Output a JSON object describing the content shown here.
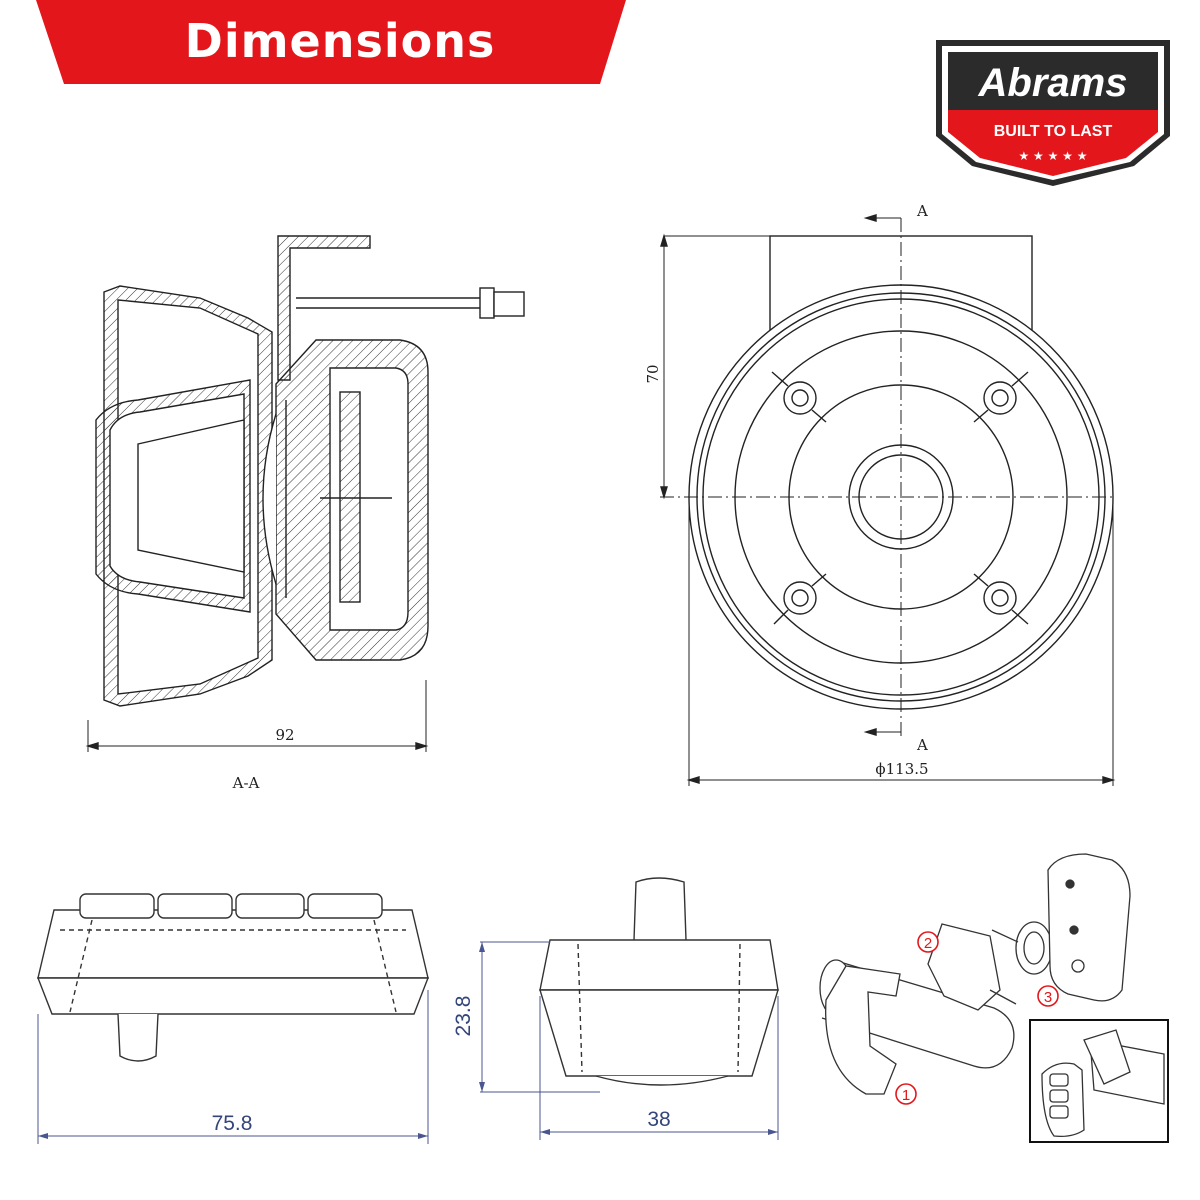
{
  "header": {
    "title": "Dimensions",
    "banner_color": "#e3171b"
  },
  "logo": {
    "brand": "Abrams",
    "tagline": "BUILT TO LAST",
    "colors": {
      "dark": "#2a2a2a",
      "red": "#e3171b"
    }
  },
  "views": {
    "section_view": {
      "width_label": "92",
      "caption": "A-A"
    },
    "front_view": {
      "height_label": "70",
      "diameter_label": "ϕ113.5",
      "section_mark_top": "A",
      "section_mark_bottom": "A"
    },
    "remote_front": {
      "width_label": "75.8"
    },
    "remote_side": {
      "height_label": "23.8",
      "width_label": "38"
    },
    "mount_assembly": {
      "callout_1": "1",
      "callout_2": "2",
      "callout_3": "3"
    }
  }
}
